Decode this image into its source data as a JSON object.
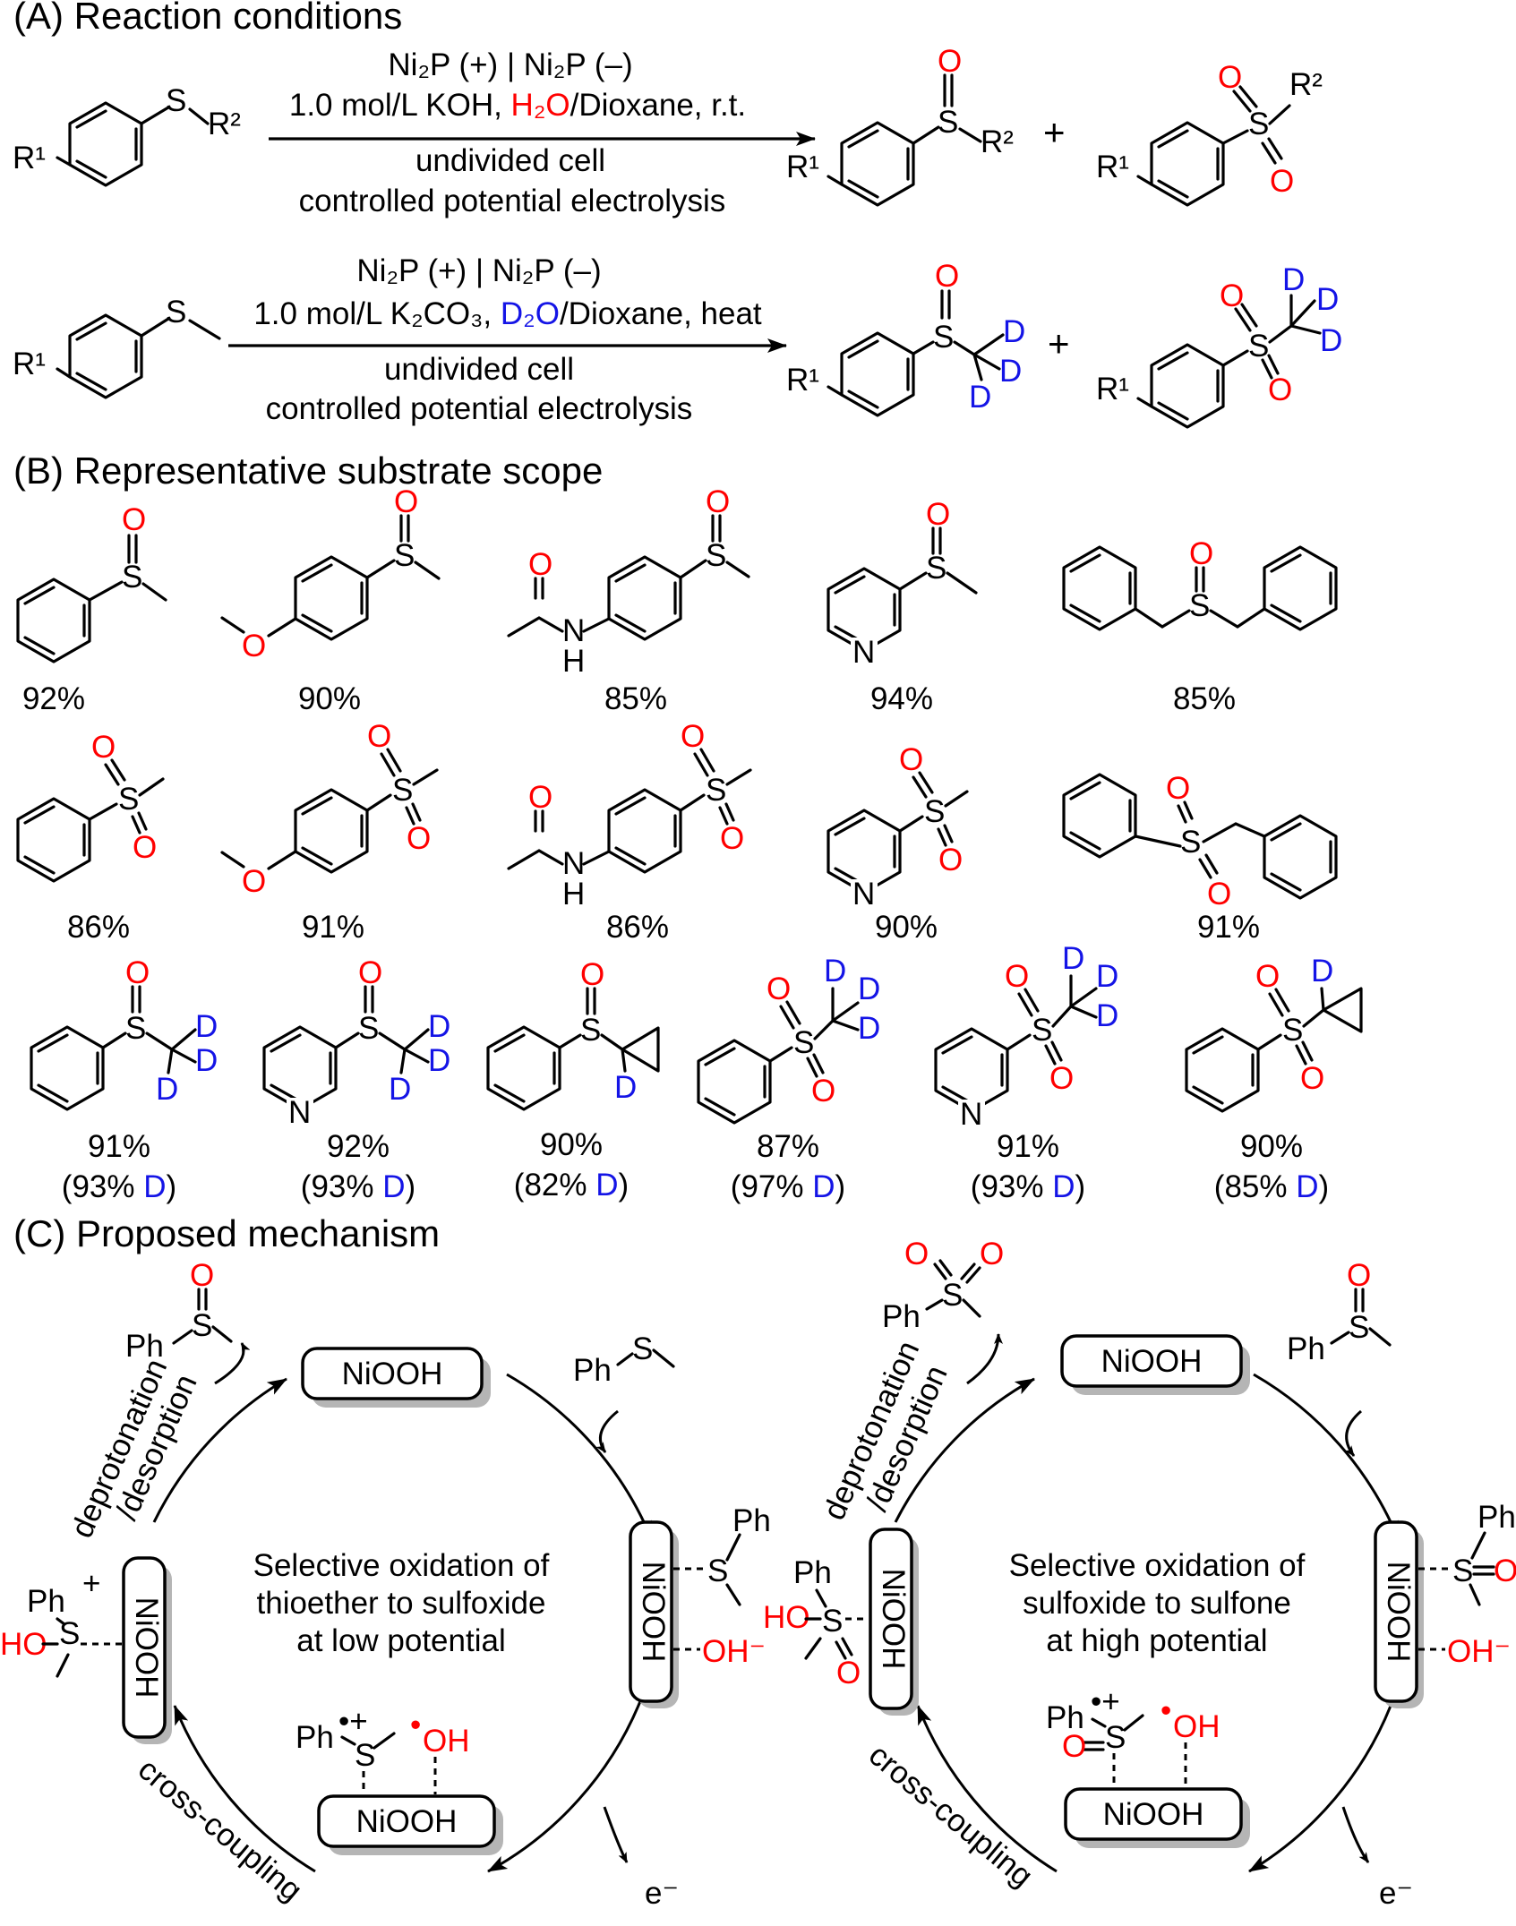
{
  "sections": {
    "a": "(A) Reaction conditions",
    "b": "(B) Representative substrate scope",
    "c": "(C) Proposed mechanism"
  },
  "reaction1": {
    "above1": "Ni₂P (+) | Ni₂P (–)",
    "above2_a": "1.0 mol/L KOH, ",
    "above2_b": "H₂O",
    "above2_c": "/Dioxane, r.t.",
    "below1": "undivided cell",
    "below2": "controlled potential electrolysis"
  },
  "reaction2": {
    "above1": "Ni₂P (+) | Ni₂P (–)",
    "above2_a": "1.0 mol/L K₂CO₃, ",
    "above2_b": "D₂O",
    "above2_c": "/Dioxane, heat",
    "below1": "undivided cell",
    "below2": "controlled potential electrolysis"
  },
  "atoms": {
    "S": "S",
    "O": "O",
    "N": "N",
    "H": "H",
    "D": "D",
    "R1": "R¹",
    "R2": "R²",
    "plus": "+",
    "Ph": "Ph",
    "HO": "HO",
    "OH": "OH"
  },
  "yields": {
    "row1": [
      "92%",
      "90%",
      "85%",
      "94%",
      "85%"
    ],
    "row2": [
      "86%",
      "91%",
      "86%",
      "90%",
      "91%"
    ],
    "row3": [
      "91%",
      "92%",
      "90%",
      "87%",
      "91%",
      "90%"
    ],
    "row3_deut": [
      "93%",
      "93%",
      "82%",
      "97%",
      "93%",
      "85%"
    ]
  },
  "mechanism": {
    "catalyst": "NiOOH",
    "left_center": [
      "Selective oxidation of",
      "thioether to sulfoxide",
      "at low potential"
    ],
    "right_center": [
      "Selective oxidation of",
      "sulfoxide to sulfone",
      "at high potential"
    ],
    "deprot": "deprotonation",
    "desorp": "/desorption",
    "cross": "cross-coupling",
    "hydroxide": "OH⁻",
    "electron": "e⁻",
    "radical_cation": "•+",
    "radical_dot": "•",
    "cation": "+"
  },
  "colors": {
    "oxygen": "#ff0000",
    "deuterium": "#1414e6"
  }
}
